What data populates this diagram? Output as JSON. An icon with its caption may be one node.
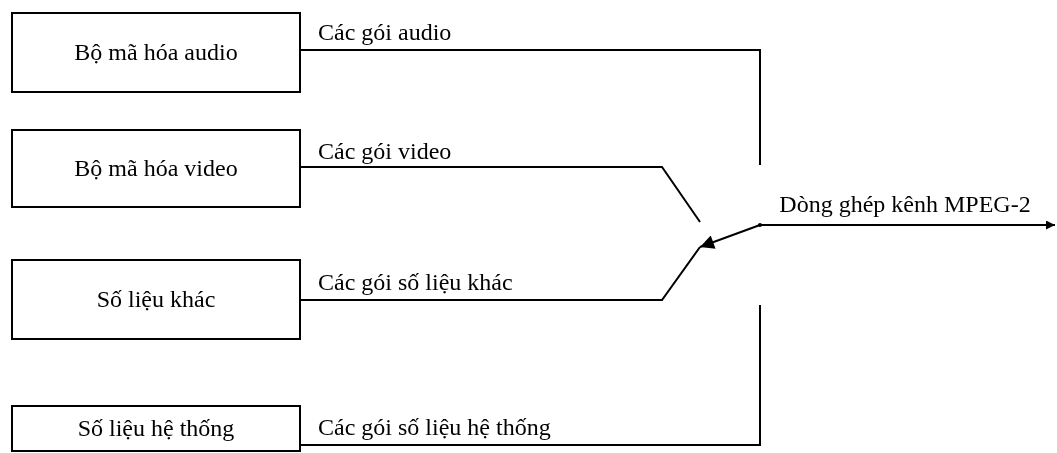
{
  "diagram": {
    "nodes": [
      {
        "text": [
          "Bộ mã hóa audio"
        ]
      },
      {
        "text": [
          "Bộ mã hóa video"
        ]
      },
      {
        "text": [
          "Số liệu khác"
        ]
      },
      {
        "text": [
          "Số liệu hệ thống"
        ]
      },
      {
        "text": [],
        "shape": "circle"
      }
    ],
    "edges": [
      {
        "from": 0,
        "to": null,
        "arrow": "none",
        "label": "Các gói audio"
      },
      {
        "from": 1,
        "to": null,
        "arrow": "none",
        "label": "Các gói video"
      },
      {
        "from": 2,
        "to": null,
        "arrow": "none",
        "label": "Các gói số liệu khác"
      },
      {
        "from": 3,
        "to": null,
        "arrow": "none",
        "label": "Các gói số liệu hệ thống"
      },
      {
        "from": 4,
        "to": null,
        "arrow": "to"
      },
      {
        "from": 4,
        "to": null,
        "arrow": "to",
        "label": "Dòng ghép kênh MPEG-2"
      }
    ]
  }
}
